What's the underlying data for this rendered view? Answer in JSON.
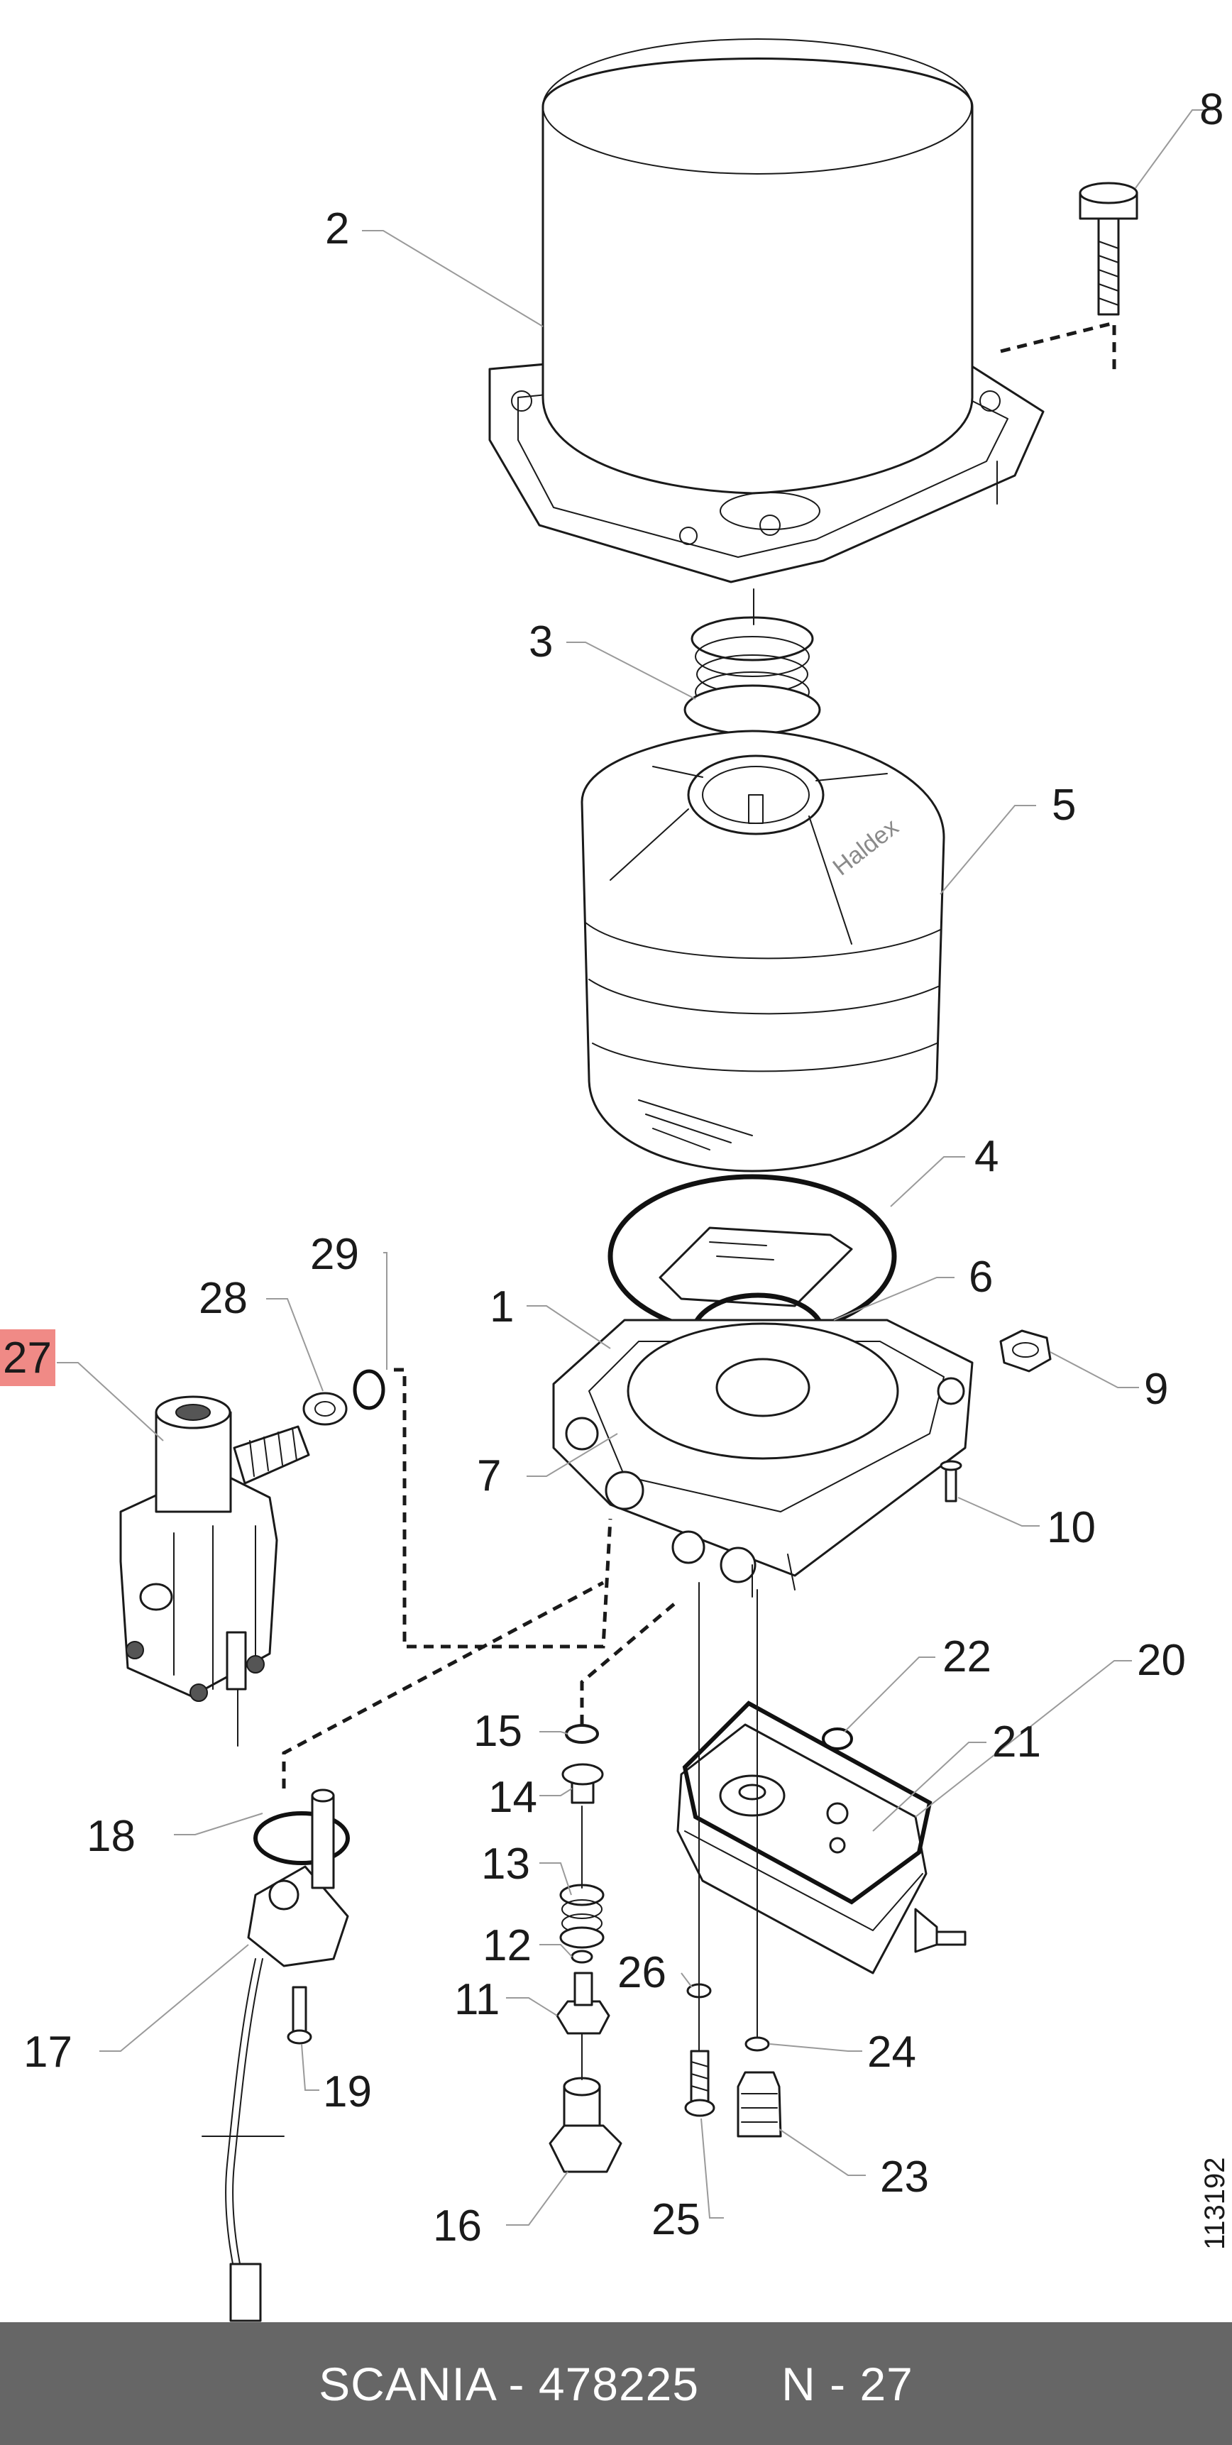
{
  "diagram": {
    "callouts": {
      "c1": "1",
      "c2": "2",
      "c3": "3",
      "c4": "4",
      "c5": "5",
      "c6": "6",
      "c7": "7",
      "c8": "8",
      "c9": "9",
      "c10": "10",
      "c11": "11",
      "c12": "12",
      "c13": "13",
      "c14": "14",
      "c15": "15",
      "c16": "16",
      "c17": "17",
      "c18": "18",
      "c19": "19",
      "c20": "20",
      "c21": "21",
      "c22": "22",
      "c23": "23",
      "c24": "24",
      "c25": "25",
      "c26": "26",
      "c27": "27",
      "c28": "28",
      "c29": "29"
    },
    "highlighted_callout": "27",
    "highlight_color": "#f08a86",
    "brand_mark": "Haldex",
    "drawing_number": "113192"
  },
  "footer": {
    "brand": "SCANIA",
    "separator": " - ",
    "part_number": "478225",
    "ref": "N - 27",
    "background": "#666666"
  }
}
